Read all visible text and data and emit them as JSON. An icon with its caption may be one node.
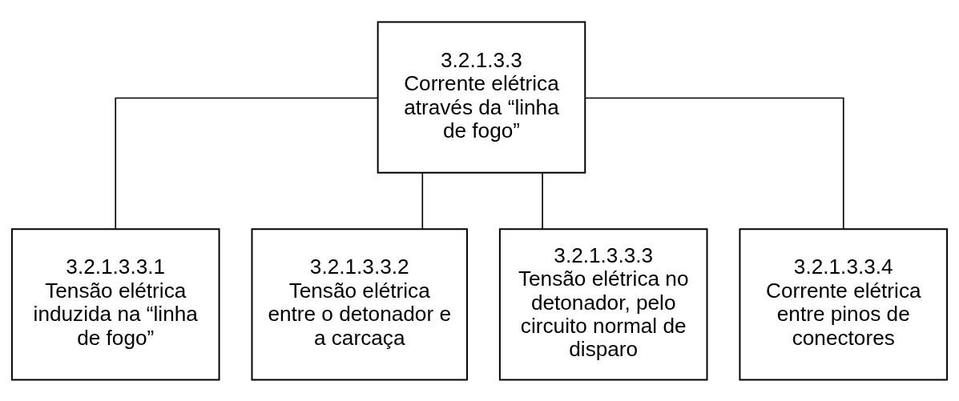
{
  "diagram": {
    "nodes": [
      {
        "text": [
          "3.2.1.3.3",
          "Corrente elétrica através da “linha de fogo”"
        ]
      },
      {
        "text": [
          "3.2.1.3.3.1",
          "Tensão elétrica induzida na “linha de fogo”"
        ]
      },
      {
        "text": [
          "3.2.1.3.3.2",
          "Tensão elétrica entre o detonador e a carcaça"
        ]
      },
      {
        "text": [
          "3.2.1.3.3.3",
          "Tensão elétrica no detonador, pelo circuito normal de disparo"
        ]
      },
      {
        "text": [
          "3.2.1.3.3.4",
          "Corrente elétrica entre pinos de conectores"
        ]
      }
    ],
    "edges": [
      {
        "from": 0,
        "to": 1,
        "arrow": "none"
      },
      {
        "from": 0,
        "to": 2,
        "arrow": "none"
      },
      {
        "from": 0,
        "to": 3,
        "arrow": "none"
      },
      {
        "from": 0,
        "to": 4,
        "arrow": "none"
      }
    ]
  }
}
